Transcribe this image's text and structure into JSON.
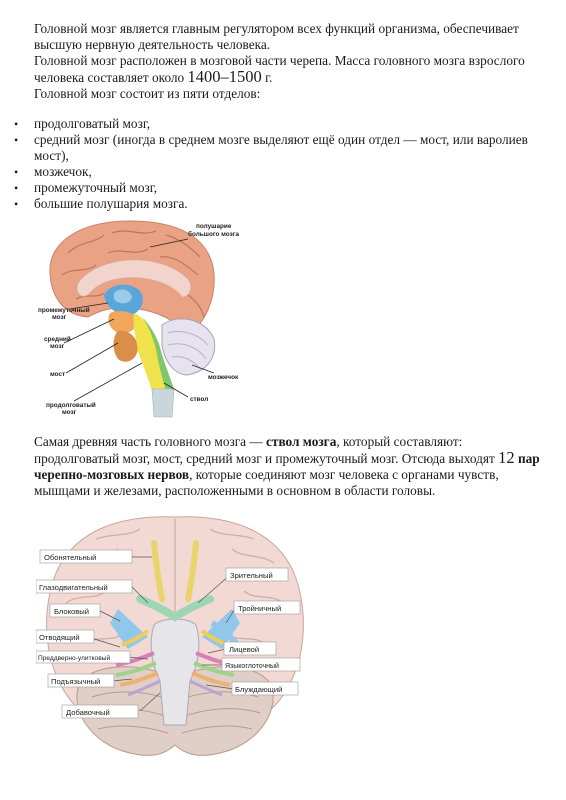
{
  "intro": {
    "s1": "Головной мозг является главным регулятором всех функций организма, обеспечивает высшую нервную деятельность человека.",
    "s2a": "Головной мозг расположен в мозговой части черепа. Масса головного мозга взрослого человека составляет около ",
    "s2mass": "1400–1500",
    "s2b": " г.",
    "s3": "Головной мозг состоит из пяти отделов:"
  },
  "divisions": [
    "продолговатый мозг,",
    "средний мозг (иногда в среднем мозге выделяют ещё один отдел — мост, или варолиев мост),",
    "мозжечок,",
    "промежуточный мозг,",
    "большие полушария мозга."
  ],
  "figure1": {
    "labels": {
      "hemisphere_1": "полушарие",
      "hemisphere_2": "большого мозга",
      "diencephalon_1": "промежуточный",
      "diencephalon_2": "мозг",
      "midbrain_1": "средний",
      "midbrain_2": "мозг",
      "pons": "мост",
      "medulla_1": "продолговатый",
      "medulla_2": "мозг",
      "cerebellum": "мозжечок",
      "stem": "ствол"
    }
  },
  "stem_text": {
    "a": "Самая древняя часть головного мозга — ",
    "b_bold": "ствол мозга",
    "c": ", который составляют: продолговатый мозг, мост, средний мозг и промежуточный мозг. Отсюда выходят ",
    "num": "12",
    "d_space": " ",
    "e_bold": "пар черепно-мозговых нервов",
    "f": ", которые соединяют мозг человека с органами чувств, мышцами и железами, расположенными в основном в области головы."
  },
  "figure2": {
    "labels": {
      "olfactory": "Обонятельный",
      "oculomotor": "Глазодвигательный",
      "trochlear": "Блоковый",
      "abducens": "Отводящий",
      "vestibulocochlear": "Преддверно-улитковый",
      "hypoglossal": "Подъязычный",
      "accessory": "Добавочный",
      "optic": "Зрительный",
      "trigeminal": "Тройничный",
      "facial": "Лицевой",
      "glossopharyngeal": "Языкоглоточный",
      "vagus": "Блуждающий"
    }
  }
}
